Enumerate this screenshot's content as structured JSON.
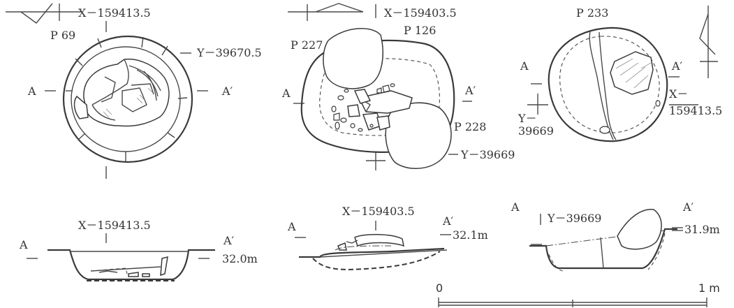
{
  "labels": {
    "p69": "P 69",
    "p69_x": "X－159413.5",
    "p69_y": "Y－39670.5",
    "p69_a": "A",
    "p69_a2": "A′",
    "p126_x": "X－159403.5",
    "p126": "P 126",
    "p227": "P 227",
    "p228": "P 228",
    "p126_a": "A",
    "p126_a2": "A′",
    "p126_y": "Y－39669",
    "p233": "P 233",
    "p233_a": "A",
    "p233_a2": "A′",
    "p233_x1": "X－",
    "p233_x2": "159413.5",
    "p233_y1": "Y－",
    "p233_y2": "39669"
  },
  "sections": {
    "s1_x": "X－159413.5",
    "s1_a": "A",
    "s1_a2": "A′",
    "s1_elev": "32.0m",
    "s2_x": "X－159403.5",
    "s2_a": "A",
    "s2_a2": "A′",
    "s2_elev": "32.1m",
    "s3_a": "A",
    "s3_y": "Y－39669",
    "s3_a2": "A′",
    "s3_elev": "31.9m"
  },
  "scale": {
    "start": "0",
    "end": "1 m"
  }
}
